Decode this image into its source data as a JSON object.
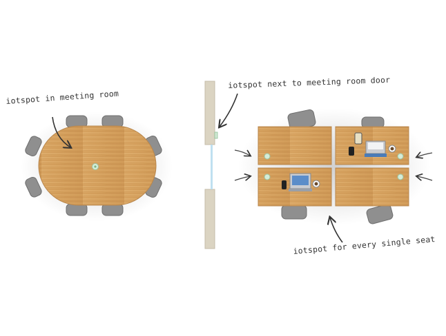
{
  "annotations": {
    "meeting_room": "iotspot in meeting room",
    "door": "iotspot next to meeting room door",
    "every_seat": "iotspot for every single seat"
  },
  "colors": {
    "wood": "#d8a766",
    "wood_dark": "#b98546",
    "chair": "#8e8e8e",
    "wall": "#d9d3c3",
    "sensor": "#cfe8d3",
    "ink": "#333333"
  },
  "icons": [
    "arrow-icon",
    "laptop-icon",
    "phone-icon",
    "coffee-cup-icon",
    "sensor-icon"
  ]
}
